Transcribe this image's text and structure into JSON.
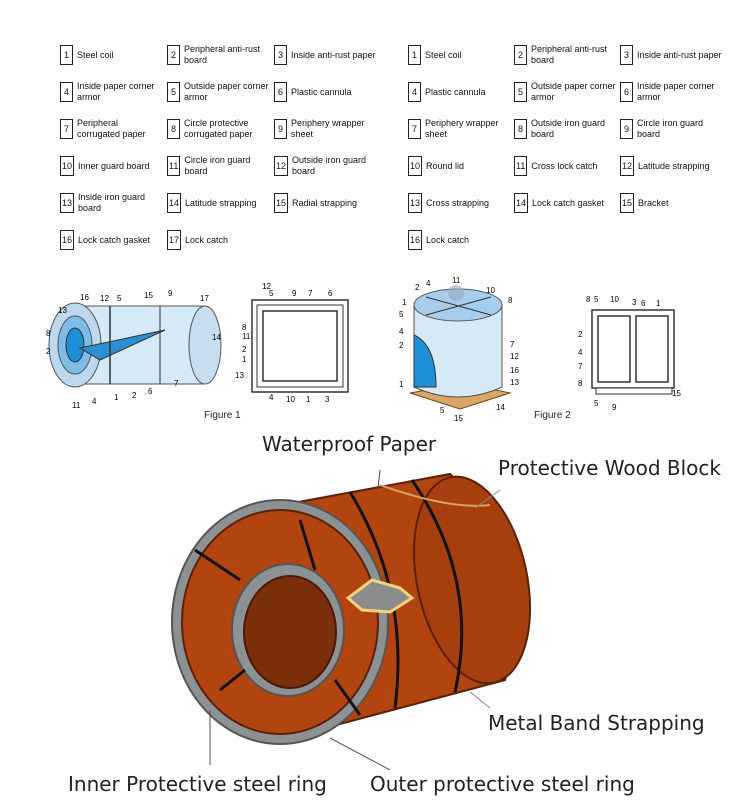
{
  "legend_left": [
    {
      "num": "1",
      "text": "Steel coil"
    },
    {
      "num": "2",
      "text": "Peripheral anti-rust board"
    },
    {
      "num": "3",
      "text": "Inside anti-rust paper"
    },
    {
      "num": "4",
      "text": "Inside paper corner armor"
    },
    {
      "num": "5",
      "text": "Outside paper corner armor"
    },
    {
      "num": "6",
      "text": "Plastic cannula"
    },
    {
      "num": "7",
      "text": "Peripheral corrugated paper"
    },
    {
      "num": "8",
      "text": "Circle protective corrugated paper"
    },
    {
      "num": "9",
      "text": "Periphery wrapper sheet"
    },
    {
      "num": "10",
      "text": "Inner guard board"
    },
    {
      "num": "11",
      "text": "Circle iron guard board"
    },
    {
      "num": "12",
      "text": "Outside iron guard board"
    },
    {
      "num": "13",
      "text": "Inside iron guard board"
    },
    {
      "num": "14",
      "text": "Latitude strapping"
    },
    {
      "num": "15",
      "text": "Radial strapping"
    },
    {
      "num": "16",
      "text": "Lock catch gasket"
    },
    {
      "num": "17",
      "text": "Lock catch"
    }
  ],
  "legend_right": [
    {
      "num": "1",
      "text": "Steel coil"
    },
    {
      "num": "2",
      "text": "Peripheral anti-rust board"
    },
    {
      "num": "3",
      "text": "Inside anti-rust paper"
    },
    {
      "num": "4",
      "text": "Plastic cannula"
    },
    {
      "num": "5",
      "text": "Outside paper corner armor"
    },
    {
      "num": "6",
      "text": "Inside paper corner armor"
    },
    {
      "num": "7",
      "text": "Periphery wrapper sheet"
    },
    {
      "num": "8",
      "text": "Outside iron guard board"
    },
    {
      "num": "9",
      "text": "Circle iron guard board"
    },
    {
      "num": "10",
      "text": "Round lid"
    },
    {
      "num": "11",
      "text": "Cross lock catch"
    },
    {
      "num": "12",
      "text": "Latitude strapping"
    },
    {
      "num": "13",
      "text": "Cross strapping"
    },
    {
      "num": "14",
      "text": "Lock catch gasket"
    },
    {
      "num": "15",
      "text": "Bracket"
    },
    {
      "num": "16",
      "text": "Lock catch"
    }
  ],
  "figure1": {
    "caption": "Figure 1",
    "coil_callouts": [
      "16",
      "12",
      "5",
      "15",
      "9",
      "17",
      "13",
      "8",
      "2",
      "14",
      "11",
      "4",
      "1",
      "2",
      "6",
      "7"
    ],
    "section_callouts": [
      "12",
      "5",
      "9",
      "7",
      "6",
      "8",
      "11",
      "2",
      "1",
      "13",
      "4",
      "10",
      "1",
      "3"
    ]
  },
  "figure2": {
    "caption": "Figure 2",
    "coil_callouts": [
      "11",
      "2",
      "4",
      "10",
      "8",
      "1",
      "5",
      "4",
      "2",
      "7",
      "12",
      "16",
      "13",
      "1",
      "5",
      "15",
      "14"
    ],
    "section_callouts": [
      "8",
      "5",
      "10",
      "3",
      "6",
      "1",
      "2",
      "4",
      "7",
      "8",
      "5",
      "9",
      "15"
    ]
  },
  "photo_labels": {
    "waterproof_paper": "Waterproof Paper",
    "wood_block": "Protective Wood Block",
    "metal_band": "Metal Band Strapping",
    "inner_ring": "Inner Protective steel ring",
    "outer_ring": "Outer protective steel ring"
  },
  "colors": {
    "coil_red": "#b1440f",
    "coil_light_blue": "#d6e9f6",
    "coil_blue": "#1e90d8",
    "ring_gray": "#8c9294"
  }
}
